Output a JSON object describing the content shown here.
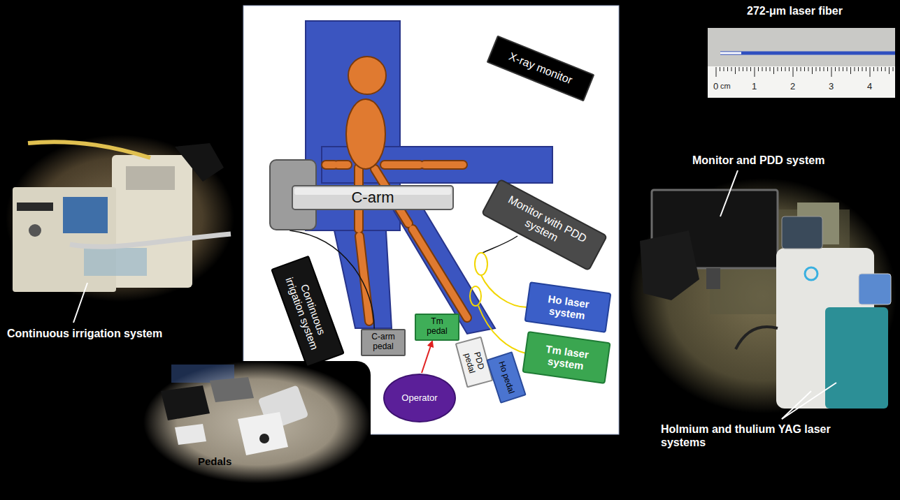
{
  "diagram": {
    "nodes": [
      {
        "text": [
          "X-ray monitor"
        ]
      },
      {
        "text": [
          "C-arm"
        ]
      },
      {
        "text": [
          "Monitor with PDD system"
        ]
      },
      {
        "text": [
          "Continuous irrigation system"
        ]
      },
      {
        "text": [
          "C-arm pedal"
        ]
      },
      {
        "text": [
          "Tm pedal"
        ]
      },
      {
        "text": [
          "PDD pedal"
        ]
      },
      {
        "text": [
          "Ho pedal"
        ]
      },
      {
        "text": [
          "Ho laser system"
        ]
      },
      {
        "text": [
          "Tm laser system"
        ]
      },
      {
        "text": [
          "Operator"
        ]
      }
    ],
    "edges": [
      {
        "from": 1,
        "to": 4,
        "arrow": "none"
      }
    ],
    "labels": [
      "272-μm laser fiber",
      "0",
      "cm",
      "1",
      "2",
      "3",
      "4",
      "Monitor and PDD system",
      "Holmium and thulium YAG laser systems",
      "Continuous irrigation system",
      "Pedals"
    ]
  }
}
